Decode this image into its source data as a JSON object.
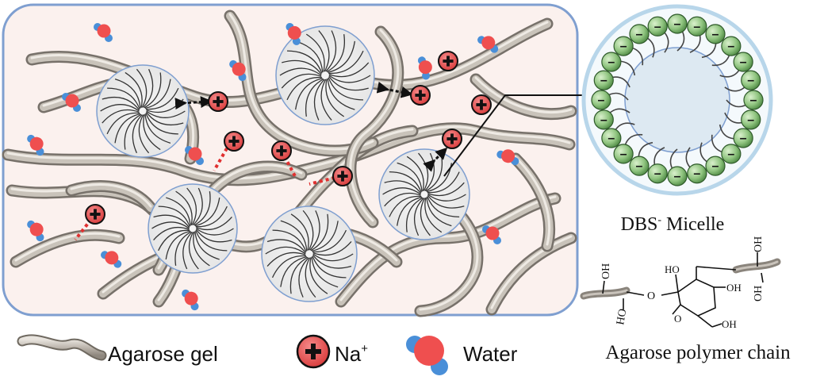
{
  "labels": {
    "micelle_title": "DBS",
    "micelle_title_sup": "-",
    "micelle_title_rest": " Micelle",
    "polymer_title": "Agarose polymer chain",
    "legend_gel": "Agarose gel",
    "legend_na": "Na",
    "legend_na_sup": "+",
    "legend_water": "Water",
    "oh": "OH",
    "ho": "HO",
    "oxygen": "O",
    "charge_minus": "–"
  },
  "colors": {
    "panel_fill": "#fbf1ee",
    "panel_border": "#7f9fd0",
    "micelle_core": "#dde9f2",
    "micelle_ring": "#b8d6ea",
    "head_green": "#8fc47f",
    "sodium_red": "#e04848",
    "water_red": "#ef4f4f",
    "water_blue": "#4a8fd8",
    "fiber": "#b5aea5",
    "link_red": "#e03030"
  }
}
